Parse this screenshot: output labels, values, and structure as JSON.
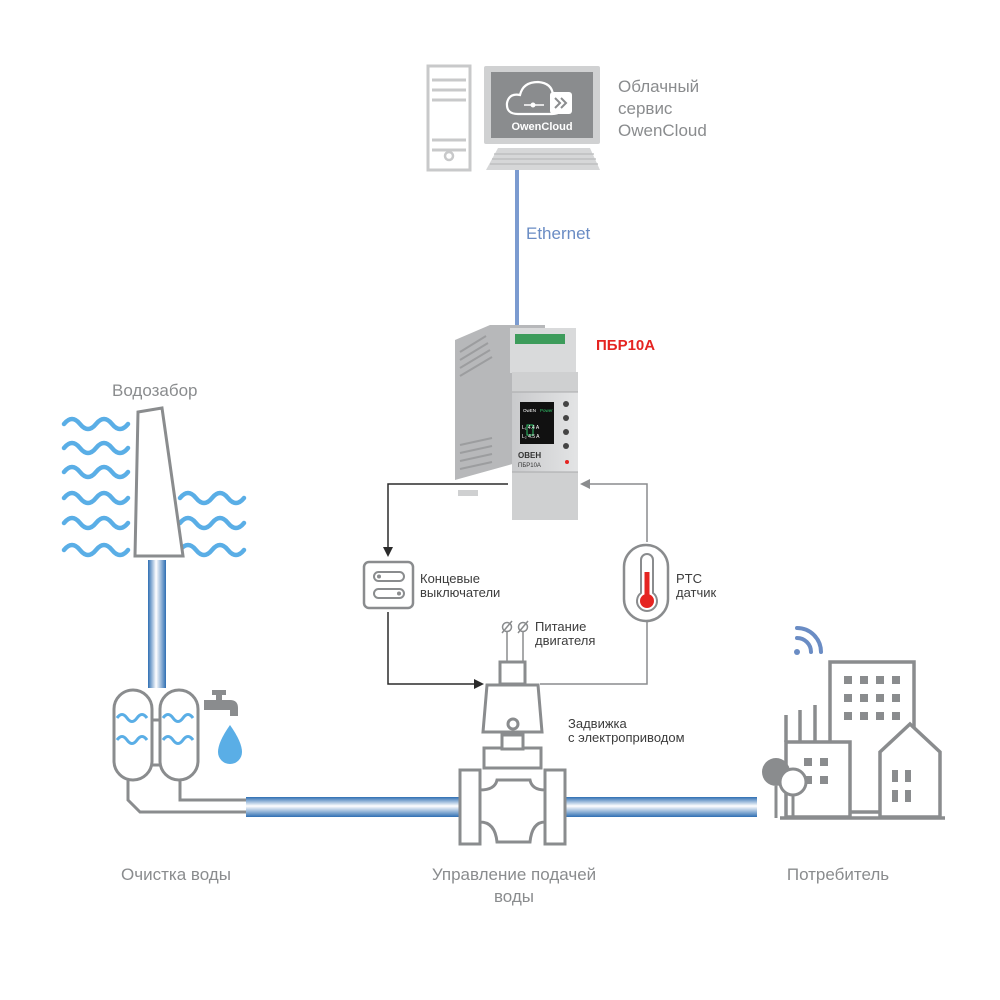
{
  "colors": {
    "pipe_blue": "#4a90d9",
    "ethernet_blue": "#7b9bd0",
    "gray": "#8a8c8e",
    "dark_line": "#2b2b2b",
    "accent_red": "#e52421",
    "water_blue": "#5aaee6"
  },
  "cloud": {
    "screen_text": "OwenCloud",
    "label_lines": [
      "Облачный",
      "сервис",
      "OwenCloud"
    ]
  },
  "ethernet_label": "Ethernet",
  "device": {
    "name": "ПБР10А",
    "screen_lines": [
      "OwEN",
      "Power",
      "L₁ 4.4 A",
      "L₂ 4.5 A"
    ],
    "logo": "OBEH",
    "model": "ПБР10А"
  },
  "labels": {
    "intake": "Водозабор",
    "limit_switches": [
      "Концевые",
      "выключатели"
    ],
    "ptc_sensor": [
      "PTC",
      "датчик"
    ],
    "motor_power": [
      "Питание",
      "двигателя"
    ],
    "valve": [
      "Задвижка",
      "с электроприводом"
    ],
    "water_treatment": "Очистка воды",
    "water_supply_control": [
      "Управление подачей",
      "воды"
    ],
    "consumer": "Потребитель"
  },
  "icons": [
    "server-icon",
    "monitor-icon",
    "cloud-icon",
    "controller-icon",
    "water-waves-icon",
    "intake-tower-icon",
    "filter-tanks-icon",
    "faucet-icon",
    "water-drop-icon",
    "limit-switch-icon",
    "thermometer-icon",
    "valve-actuator-icon",
    "buildings-icon",
    "wifi-icon",
    "tree-icon",
    "house-icon"
  ]
}
